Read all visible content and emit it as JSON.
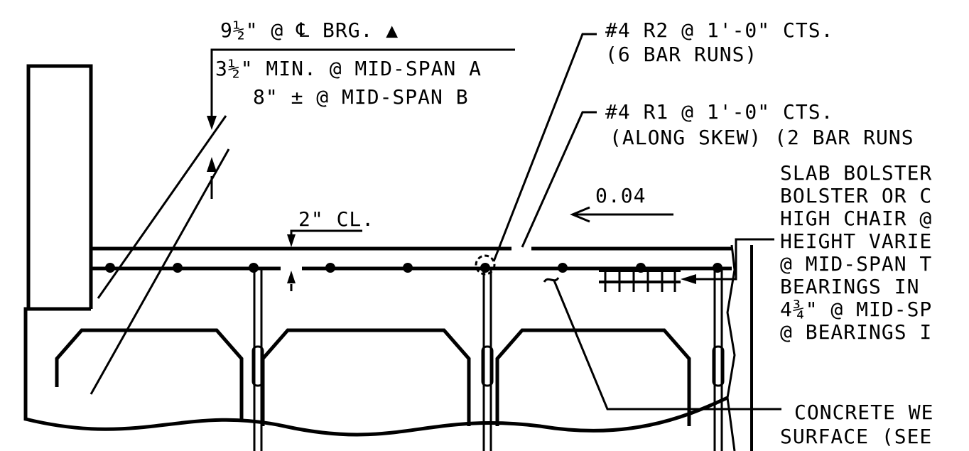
{
  "notes": {
    "slab_depth_brg": "9½\" @ ℄ BRG. ▲",
    "slab_min_a": "3½\" MIN. @ MID-SPAN A",
    "slab_depth_b": "8\" ± @ MID-SPAN B",
    "r2_line1": "#4 R2 @ 1'-0\" CTS.",
    "r2_line2": "(6 BAR RUNS)",
    "r1_line1": "#4 R1 @ 1'-0\" CTS.",
    "r1_line2": "(ALONG SKEW) (2 BAR RUNS",
    "clear_cover": "2\" CL.",
    "slope": "0.04",
    "bolster": [
      "SLAB BOLSTER",
      "BOLSTER OR C",
      "HIGH CHAIR @",
      "HEIGHT VARIE",
      "@ MID-SPAN T",
      "BEARINGS IN",
      "4¾\" @ MID-SP",
      "@ BEARINGS I"
    ],
    "concrete_line1": "CONCRETE WE",
    "concrete_line2": "SURFACE (SEE"
  }
}
